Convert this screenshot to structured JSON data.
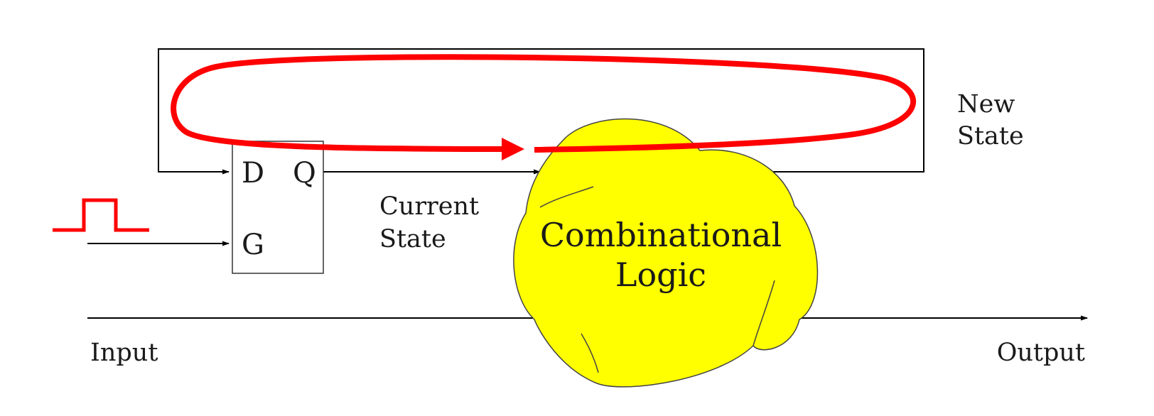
{
  "latch": {
    "d_pin": "D",
    "q_pin": "Q",
    "g_pin": "G"
  },
  "labels": {
    "new_state": [
      "New",
      "State"
    ],
    "current_state": [
      "Current",
      "State"
    ],
    "input": "Input",
    "output": "Output"
  },
  "logic_block": {
    "lines": [
      "Combinational",
      "Logic"
    ],
    "fill_color": "#ffff00"
  },
  "colors": {
    "loop": "#ff0000",
    "clock_pulse": "#ff0000",
    "wire": "#000000"
  }
}
